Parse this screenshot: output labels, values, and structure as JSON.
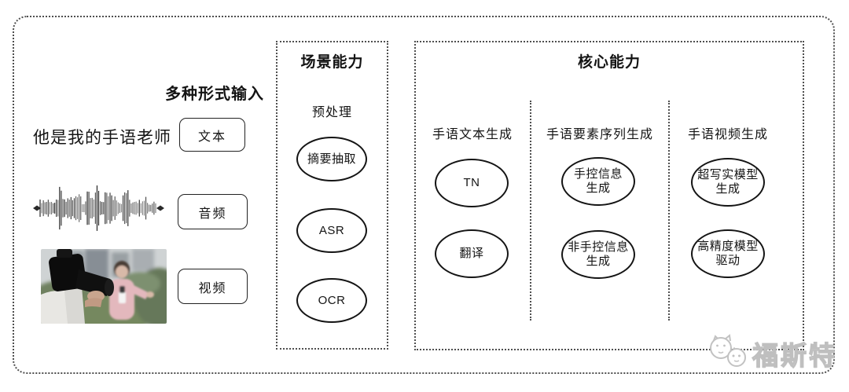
{
  "input": {
    "title": "多种形式输入",
    "sample_text": "他是我的手语老师",
    "types": [
      {
        "label": "文本"
      },
      {
        "label": "音频"
      },
      {
        "label": "视频"
      }
    ],
    "media_icons": [
      "audio-waveform-icon",
      "reporter-video-still"
    ]
  },
  "scene": {
    "title": "场景能力",
    "group_label": "预处理",
    "nodes": [
      {
        "label": "摘要抽取"
      },
      {
        "label": "ASR"
      },
      {
        "label": "OCR"
      }
    ]
  },
  "core": {
    "title": "核心能力",
    "columns": [
      {
        "header": "手语文本生成",
        "nodes": [
          {
            "label": "TN"
          },
          {
            "label": "翻译"
          }
        ]
      },
      {
        "header": "手语要素序列生成",
        "nodes": [
          {
            "label": "手控信息\n生成"
          },
          {
            "label": "非手控信息\n生成"
          }
        ]
      },
      {
        "header": "手语视频生成",
        "nodes": [
          {
            "label": "超写实模型\n生成"
          },
          {
            "label": "高精度模型\n驱动"
          }
        ]
      }
    ]
  },
  "watermark": {
    "text": "福斯特",
    "icon": "cat-faces-logo-icon"
  },
  "colors": {
    "ink": "#141414",
    "dotted_border": "#4f4f4f",
    "watermark_gray": "#bfbfbf",
    "photo_pink": "#e3b8bd",
    "photo_green": "#6f8161"
  }
}
